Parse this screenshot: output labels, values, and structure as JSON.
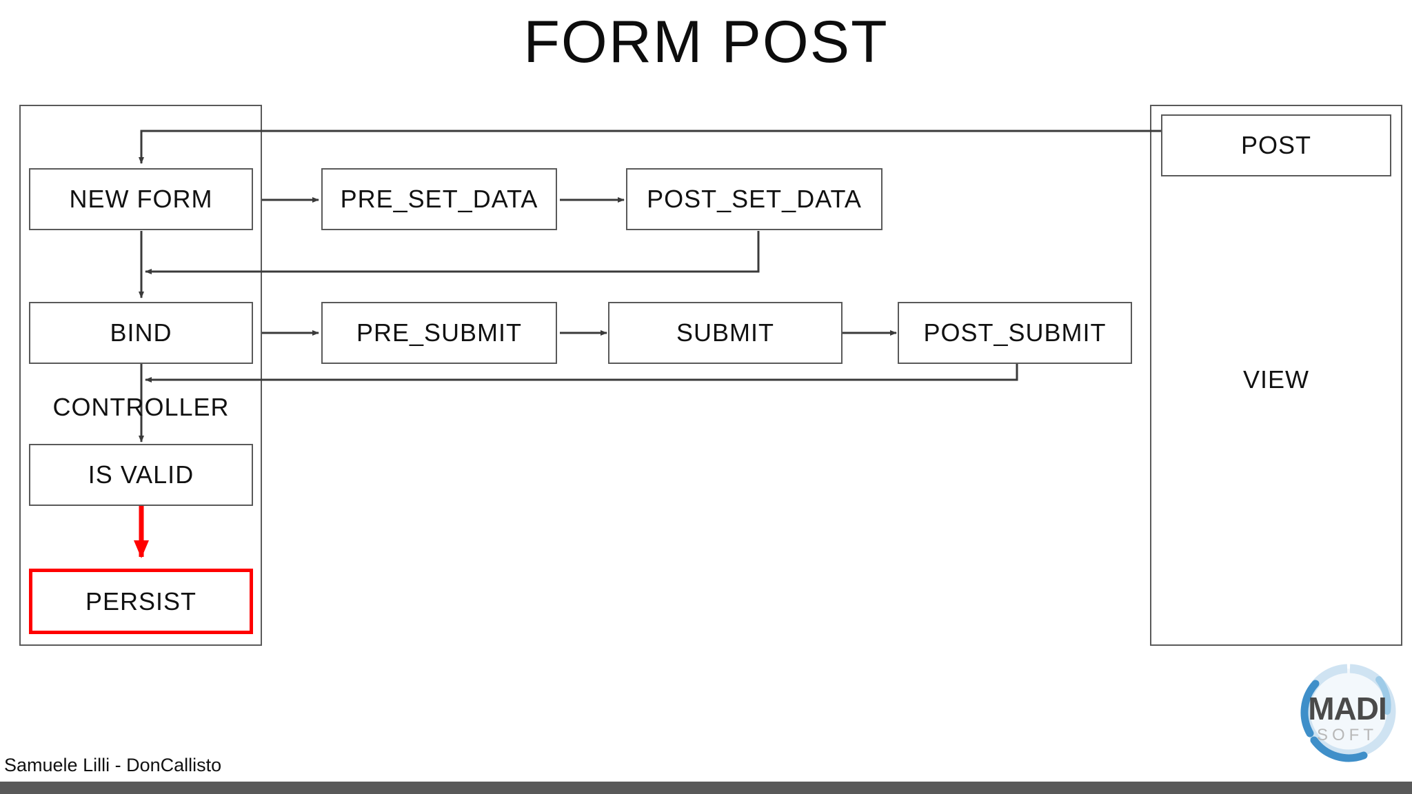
{
  "slide": {
    "title": "FORM POST",
    "footer_author": "Samuele Lilli - DonCallisto",
    "logo_main": "MADI",
    "logo_sub": "SOFT"
  },
  "colors": {
    "box_border": "#595959",
    "highlight": "#ff0000",
    "text": "#111111",
    "footer_bar": "#595959",
    "logo_blue": "#3f8fc9",
    "background": "#ffffff"
  },
  "diagram": {
    "type": "flowchart",
    "left_group_label": "",
    "boxes": [
      {
        "id": "new-form",
        "label": "NEW FORM"
      },
      {
        "id": "pre-set-data",
        "label": "PRE_SET_DATA"
      },
      {
        "id": "post-set-data",
        "label": "POST_SET_DATA"
      },
      {
        "id": "bind",
        "label": "BIND"
      },
      {
        "id": "pre-submit",
        "label": "PRE_SUBMIT"
      },
      {
        "id": "submit",
        "label": "SUBMIT"
      },
      {
        "id": "post-submit",
        "label": "POST_SUBMIT"
      },
      {
        "id": "is-valid",
        "label": "IS VALID"
      },
      {
        "id": "persist",
        "label": "PERSIST",
        "highlighted": true
      },
      {
        "id": "post",
        "label": "POST"
      }
    ],
    "labels": [
      {
        "id": "controller",
        "label": "CONTROLLER"
      },
      {
        "id": "view",
        "label": "VIEW"
      }
    ],
    "edges": [
      {
        "from": "post",
        "to": "new-form",
        "style": "solid"
      },
      {
        "from": "new-form",
        "to": "pre-set-data",
        "style": "solid"
      },
      {
        "from": "pre-set-data",
        "to": "post-set-data",
        "style": "solid"
      },
      {
        "from": "post-set-data",
        "to": "bind-entry",
        "style": "solid"
      },
      {
        "from": "new-form",
        "to": "bind",
        "style": "solid"
      },
      {
        "from": "bind",
        "to": "pre-submit",
        "style": "solid"
      },
      {
        "from": "pre-submit",
        "to": "submit",
        "style": "solid"
      },
      {
        "from": "submit",
        "to": "post-submit",
        "style": "solid"
      },
      {
        "from": "post-submit",
        "to": "controller",
        "style": "solid"
      },
      {
        "from": "bind",
        "to": "is-valid",
        "style": "solid"
      },
      {
        "from": "is-valid",
        "to": "persist",
        "style": "solid-red"
      }
    ]
  }
}
